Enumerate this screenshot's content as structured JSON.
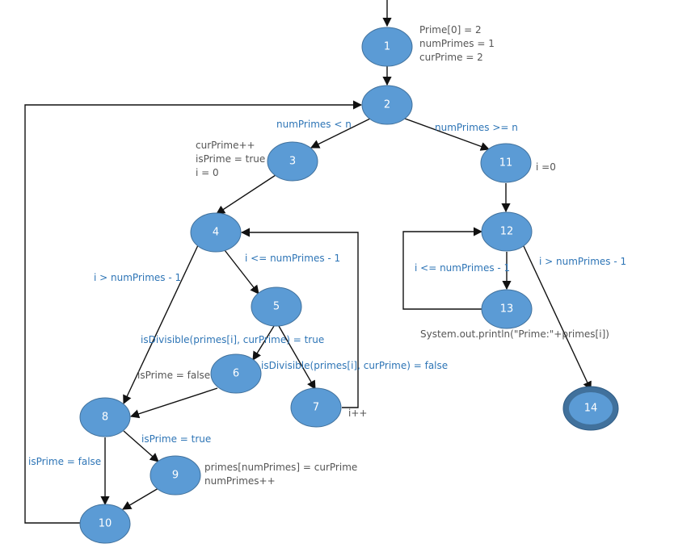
{
  "nodes": [
    "1",
    "2",
    "3",
    "4",
    "5",
    "6",
    "7",
    "8",
    "9",
    "10",
    "11",
    "12",
    "13",
    "14"
  ],
  "conditions": {
    "e2_3": "numPrimes < n",
    "e2_11": "numPrimes >= n",
    "e4_5": "i <= numPrimes - 1",
    "e4_8": "i > numPrimes - 1",
    "e5_6": "isDivisible(primes[i], curPrime) = true",
    "e5_7": "isDivisible(primes[i], curPrime) = false",
    "e8_9": "isPrime = true",
    "e8_10": "isPrime = false",
    "e12_13": "i <= numPrimes - 1",
    "e12_14": "i > numPrimes - 1"
  },
  "annotations": {
    "n1": [
      "Prime[0] = 2",
      "numPrimes = 1",
      "curPrime = 2"
    ],
    "n3": [
      "curPrime++",
      "isPrime = true",
      "i = 0"
    ],
    "n6": "isPrime = false",
    "n7": "i++",
    "n9": [
      "primes[numPrimes] = curPrime",
      "numPrimes++"
    ],
    "n11": "i =0",
    "n13": "System.out.println(\"Prime:\"+primes[i])"
  }
}
